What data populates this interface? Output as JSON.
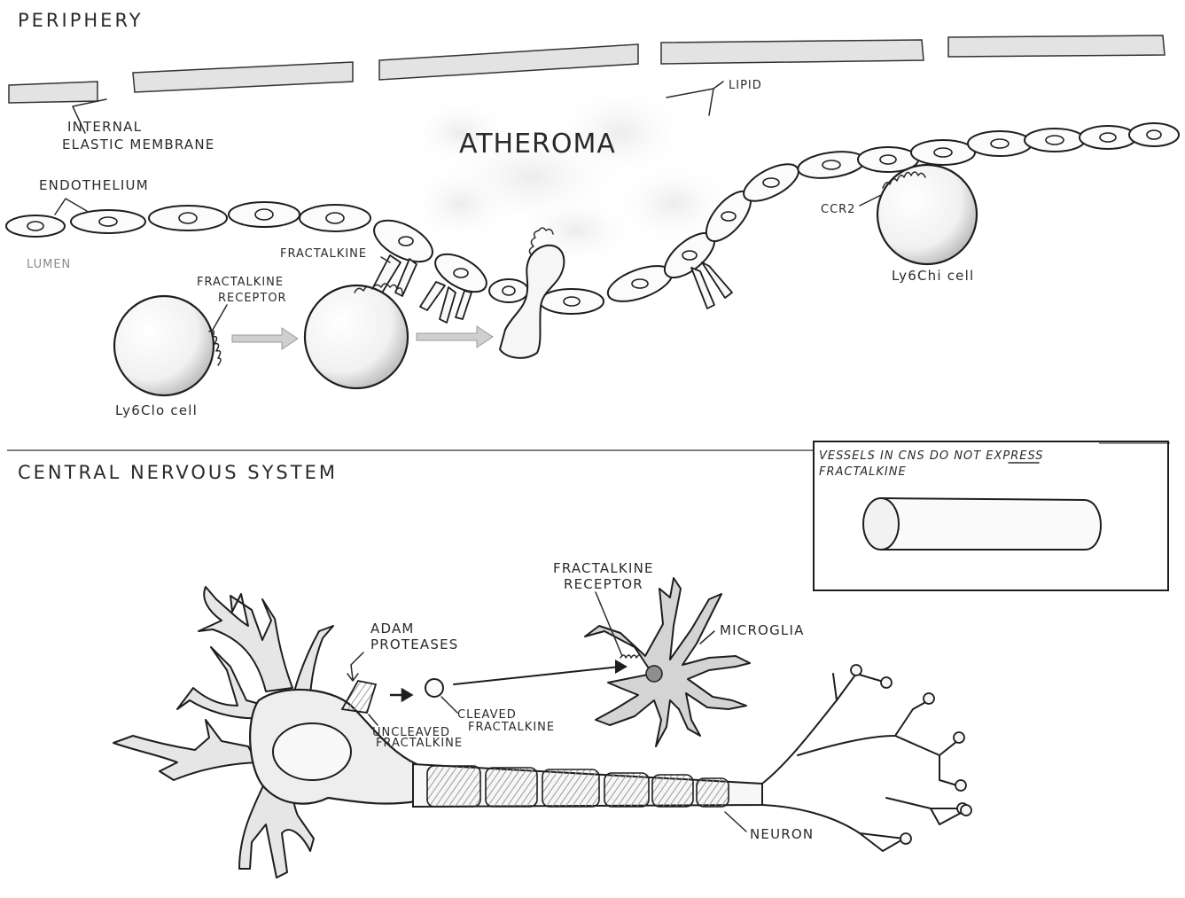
{
  "periphery": {
    "title": "PERIPHERY",
    "internal_elastic_membrane": [
      "INTERNAL",
      "ELASTIC MEMBRANE"
    ],
    "endothelium": "ENDOTHELIUM",
    "lumen": "LUMEN",
    "atheroma": "ATHEROMA",
    "lipid": "LIPID",
    "fractalkine": "FRACTALKINE",
    "fractalkine_receptor": [
      "FRACTALKINE",
      "RECEPTOR"
    ],
    "ly6c_lo_cell": "Ly6Clo cell",
    "ccr2": "CCR2",
    "ly6c_hi_cell": "Ly6Chi cell"
  },
  "cns": {
    "title": "CENTRAL NERVOUS SYSTEM",
    "vessels_note": [
      "VESSELS IN CNS DO NOT EXPRESS",
      "FRACTALKINE"
    ],
    "adam_proteases": [
      "ADAM",
      "PROTEASES"
    ],
    "uncleaved_fractalkine": [
      "UNCLEAVED",
      "FRACTALKINE"
    ],
    "cleaved_fractalkine": [
      "CLEAVED",
      "FRACTALKINE"
    ],
    "fractalkine_receptor": [
      "FRACTALKINE",
      "RECEPTOR"
    ],
    "microglia": "MICROGLIA",
    "neuron": "NEURON"
  }
}
